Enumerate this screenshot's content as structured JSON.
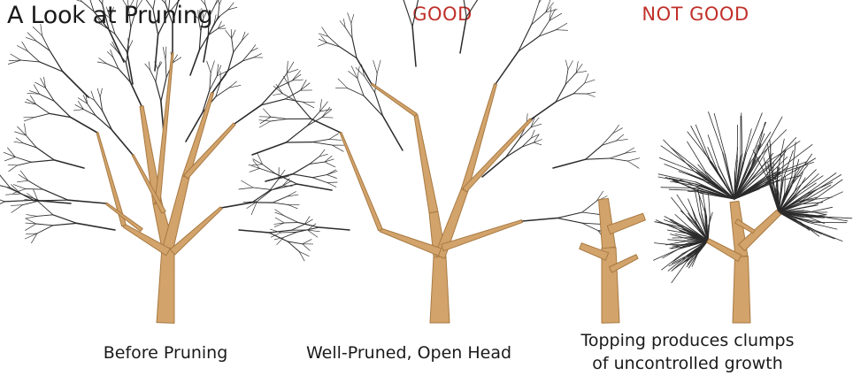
{
  "title": "A Look at Pruning",
  "verdicts": {
    "good": {
      "label": "GOOD",
      "color": "#c0302a"
    },
    "not_good": {
      "label": "NOT GOOD",
      "color": "#c0302a"
    }
  },
  "captions": {
    "before": "Before Pruning",
    "well_pruned": "Well-Pruned, Open Head",
    "topping_line1": "Topping produces clumps",
    "topping_line2": "of uncontrolled growth"
  },
  "colors": {
    "trunk": "#d2a36a",
    "trunk_edge": "#a87a44",
    "twig": "#2b2b2b"
  }
}
